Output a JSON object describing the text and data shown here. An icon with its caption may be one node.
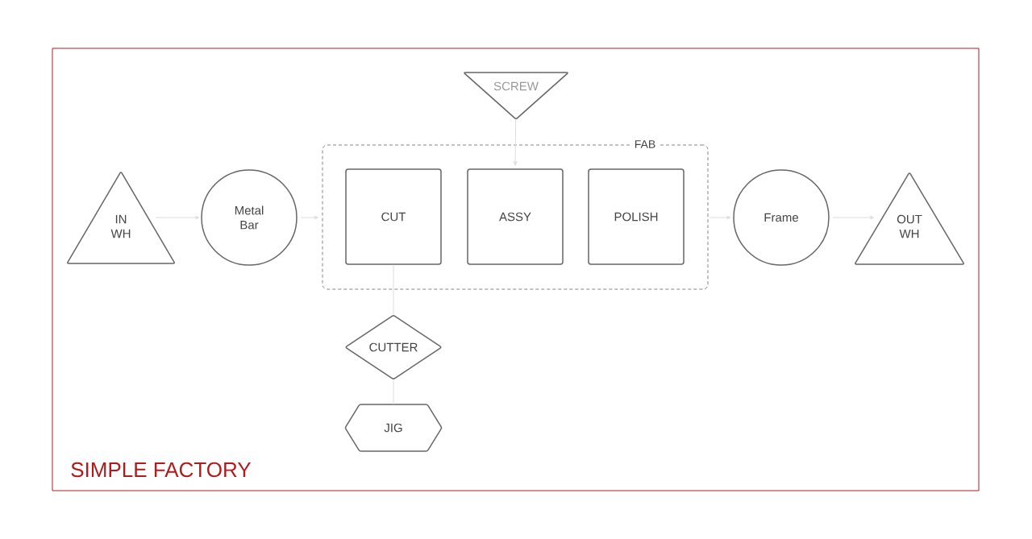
{
  "diagram": {
    "nodes": [
      {
        "text": [
          "SIMPLE FACTORY"
        ]
      },
      {
        "text": [
          "IN WH"
        ],
        "in": 0
      },
      {
        "text": [
          "Metal Bar"
        ],
        "in": 0
      },
      {
        "text": [
          "SCREW"
        ],
        "in": 0
      },
      {
        "text": [
          "FAB"
        ],
        "in": 0
      },
      {
        "text": [
          "CUT"
        ],
        "in": 4
      },
      {
        "text": [
          "ASSY"
        ],
        "in": 4
      },
      {
        "text": [
          "POLISH"
        ],
        "in": 4
      },
      {
        "text": [
          "Frame"
        ],
        "in": 0
      },
      {
        "text": [
          "OUT WH"
        ],
        "in": 0
      },
      {
        "text": [
          "CUTTER"
        ],
        "in": 0
      },
      {
        "text": [
          "JIG"
        ],
        "in": 0
      }
    ],
    "edges": [
      {
        "from": 1,
        "to": 2,
        "arrow": "to"
      },
      {
        "from": 2,
        "to": 4,
        "arrow": "to"
      },
      {
        "from": 3,
        "to": 6,
        "arrow": "to"
      },
      {
        "from": 4,
        "to": 8,
        "arrow": "to"
      },
      {
        "from": 8,
        "to": 9,
        "arrow": "to"
      },
      {
        "from": 5,
        "to": 10,
        "arrow": "none"
      },
      {
        "from": 10,
        "to": 11,
        "arrow": "none"
      }
    ]
  }
}
